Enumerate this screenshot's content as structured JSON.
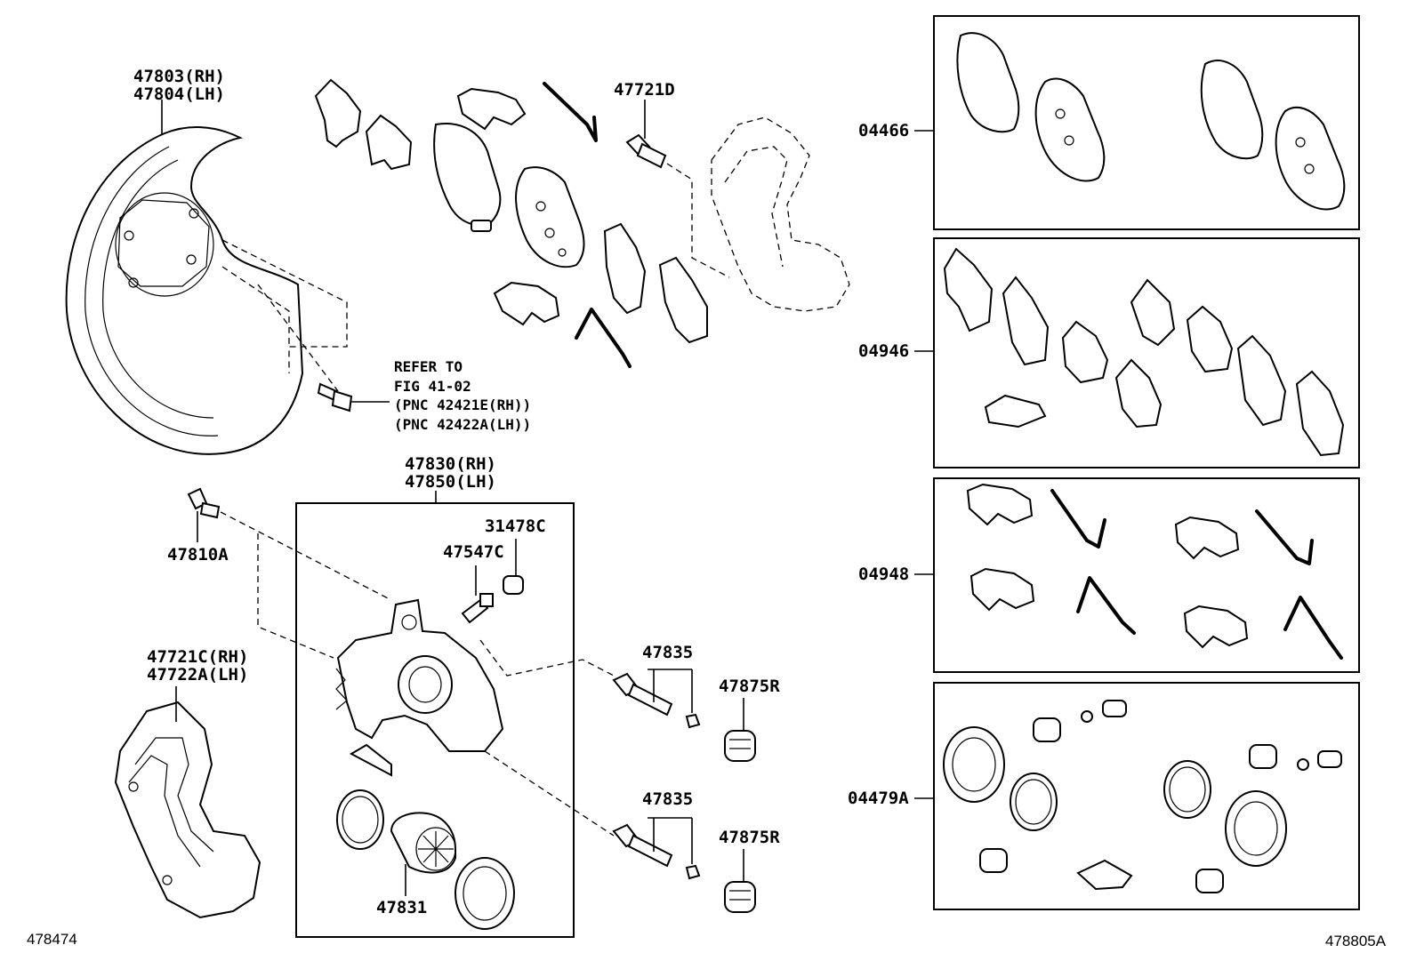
{
  "callouts": {
    "backing_plate_rh": "47803(RH)",
    "backing_plate_lh": "47804(LH)",
    "bolt_47721d": "47721D",
    "refer_1": "REFER TO",
    "refer_2": "FIG 41-02",
    "refer_3": "(PNC 42421E(RH))",
    "refer_4": "(PNC 42422A(LH))",
    "caliper_rh": "47830(RH)",
    "caliper_lh": "47850(LH)",
    "bolt_47810a": "47810A",
    "cap_31478c": "31478C",
    "bleeder_47547c": "47547C",
    "pin_47835_top": "47835",
    "pin_47835_bottom": "47835",
    "boot_47875r_top": "47875R",
    "boot_47875r_bottom": "47875R",
    "mount_rh": "47721C(RH)",
    "mount_lh": "47722A(LH)",
    "piston_47831": "47831",
    "kit_04466": "04466",
    "kit_04946": "04946",
    "kit_04948": "04948",
    "kit_04479a": "04479A"
  },
  "footer": {
    "left_code": "478474",
    "right_code": "478805A"
  }
}
